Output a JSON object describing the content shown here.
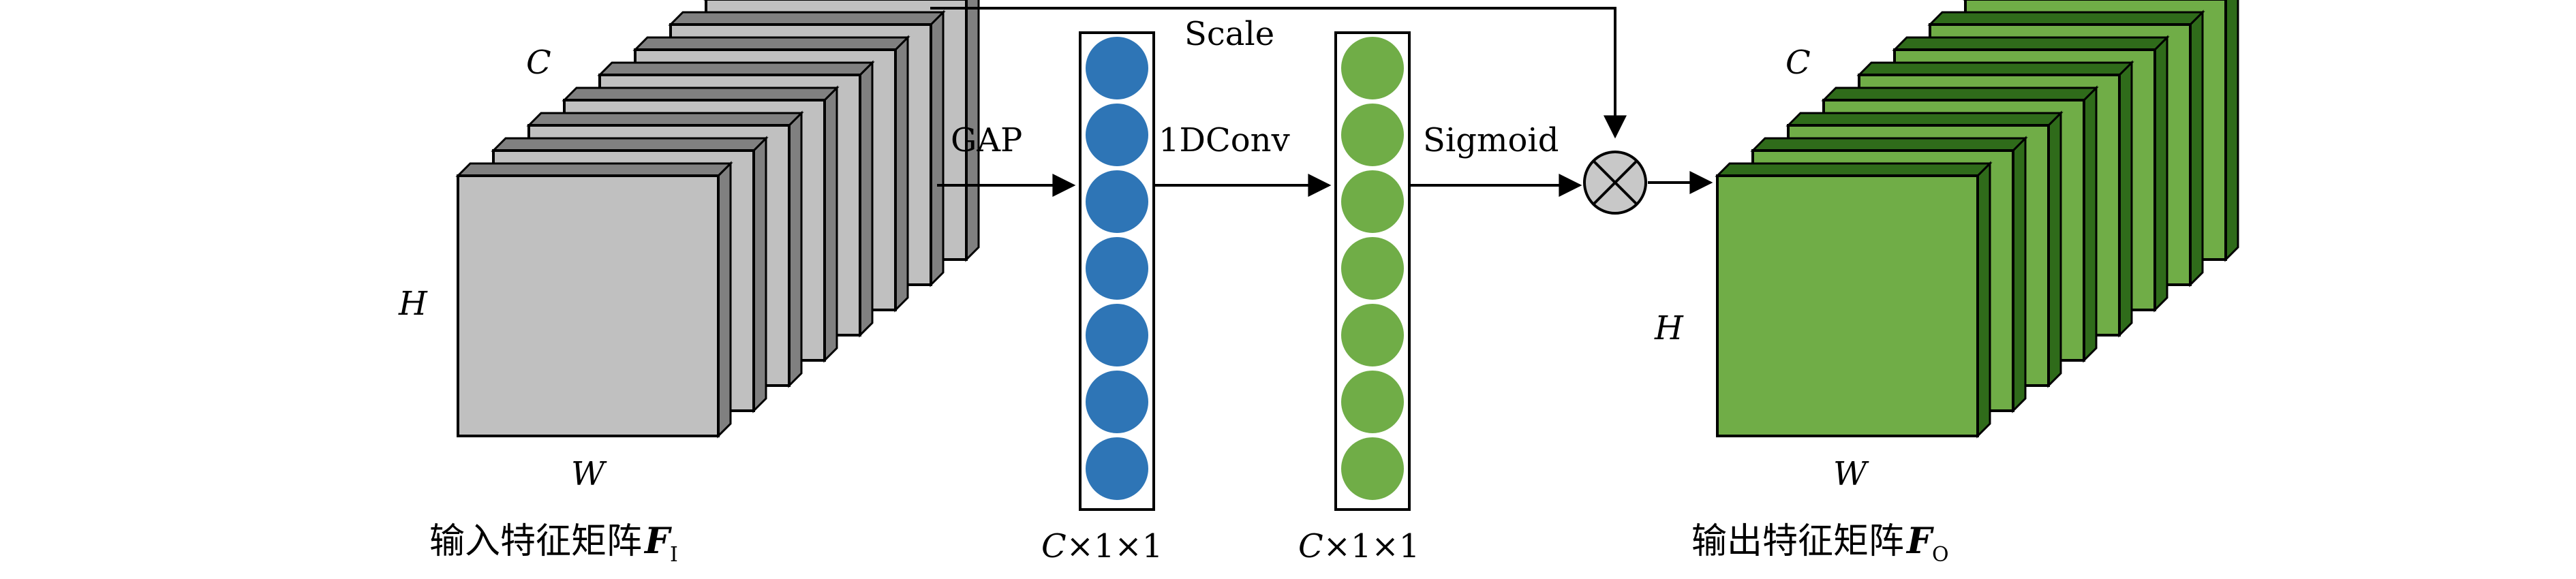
{
  "diagram": {
    "title": "",
    "input_block": {
      "c_label": "C",
      "h_label": "H",
      "w_label": "W",
      "caption_text": "输入特征矩阵",
      "caption_symbol": "F",
      "caption_subscript": "I",
      "face_color": "#c0c0c0",
      "side_color": "#808080",
      "layer_count": 8
    },
    "ops": {
      "gap": "GAP",
      "conv": "1DConv",
      "sigmoid": "Sigmoid",
      "scale": "Scale",
      "multiply_symbol": "⊗"
    },
    "vector_1": {
      "label_c": "C",
      "label_rest": "×1×1",
      "circle_color": "#2e75b6",
      "circle_count": 7
    },
    "vector_2": {
      "label_c": "C",
      "label_rest": "×1×1",
      "circle_color": "#70ad47",
      "circle_count": 7
    },
    "output_block": {
      "c_label": "C",
      "h_label": "H",
      "w_label": "W",
      "caption_text": "输出特征矩阵",
      "caption_symbol": "F",
      "caption_subscript": "O",
      "face_color": "#70ad47",
      "side_color": "#2f6b1a",
      "layer_count": 8
    }
  }
}
